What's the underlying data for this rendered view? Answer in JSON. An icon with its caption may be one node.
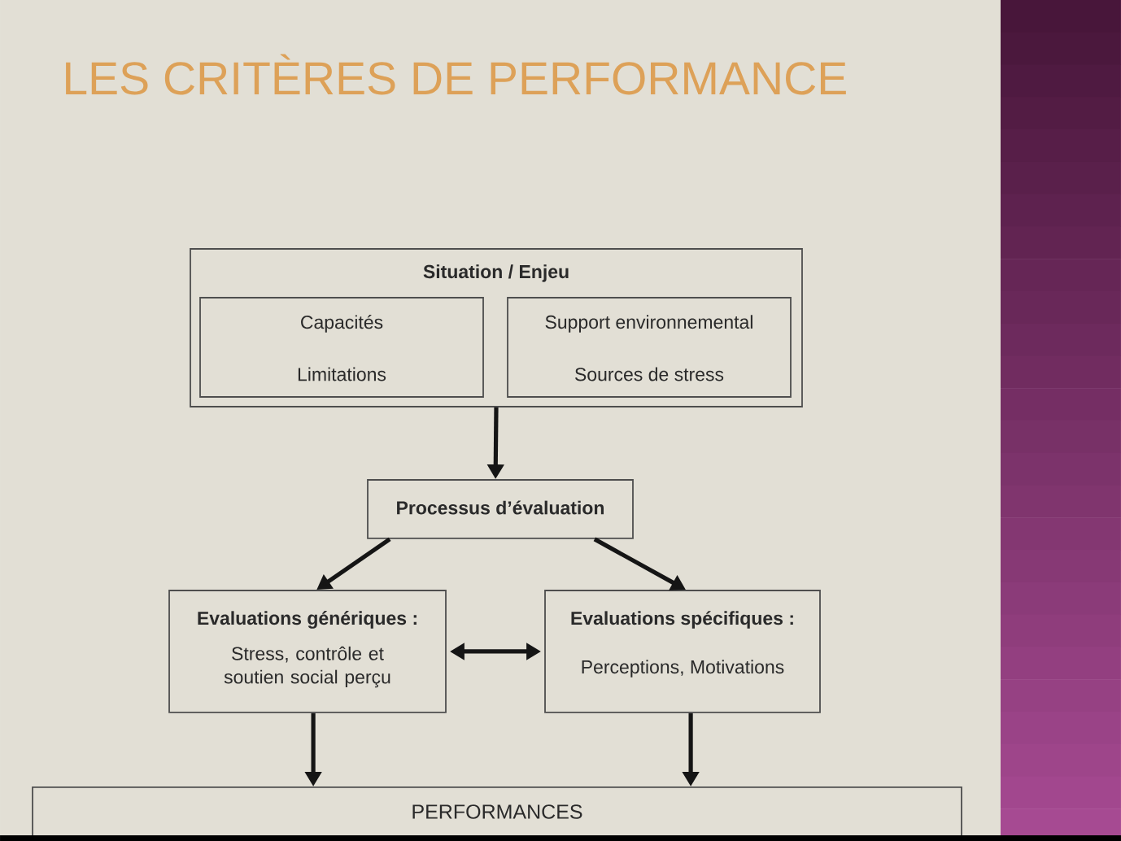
{
  "diagram": {
    "title": "LES CRITÈRES DE PERFORMANCE",
    "nodes": [
      {
        "text": [
          "Situation / Enjeu"
        ]
      },
      {
        "text": [
          "Capacités",
          "Limitations"
        ],
        "in": 0
      },
      {
        "text": [
          "Support environnemental",
          "Sources de stress"
        ],
        "in": 0
      },
      {
        "text": [
          "Processus d’évaluation"
        ]
      },
      {
        "text": [
          "Evaluations génériques :",
          "Stress, contrôle et soutien social perçu"
        ]
      },
      {
        "text": [
          "Evaluations spécifiques :",
          "Perceptions, Motivations"
        ]
      },
      {
        "text": [
          "PERFORMANCES"
        ]
      }
    ],
    "edges": [
      {
        "from": 0,
        "to": 3,
        "arrow": "to"
      },
      {
        "from": 3,
        "to": 4,
        "arrow": "to"
      },
      {
        "from": 3,
        "to": 5,
        "arrow": "to"
      },
      {
        "from": 4,
        "to": 5,
        "arrow": "both"
      },
      {
        "from": 4,
        "to": 6,
        "arrow": "to"
      },
      {
        "from": 5,
        "to": 6,
        "arrow": "to"
      }
    ]
  }
}
